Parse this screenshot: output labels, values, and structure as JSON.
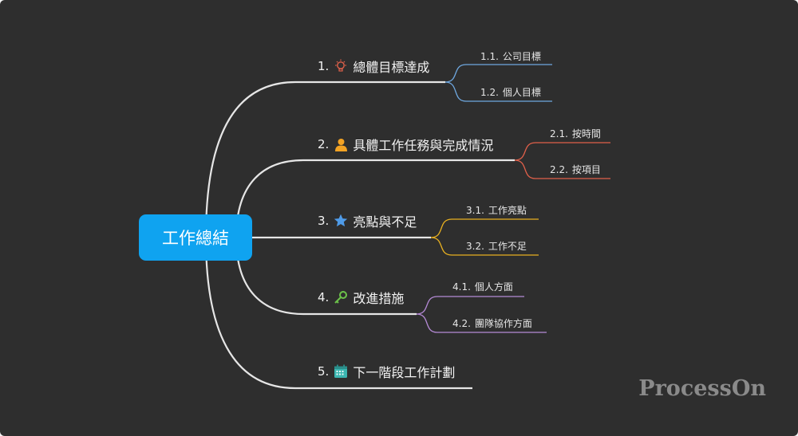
{
  "root": {
    "label": "工作總結"
  },
  "colors": {
    "background": "#2e2e2e",
    "root_fill": "#0fa3f0",
    "main_branch": "#e6e6e6",
    "branch1": "#6fa8e0",
    "branch2": "#e0604a",
    "branch3": "#e8b020",
    "branch4": "#b58ad6"
  },
  "topics": [
    {
      "number": "1.",
      "icon": "lightbulb-icon",
      "label": "總體目標達成",
      "children": [
        {
          "number": "1.1.",
          "label": "公司目標"
        },
        {
          "number": "1.2.",
          "label": "個人目標"
        }
      ]
    },
    {
      "number": "2.",
      "icon": "person-icon",
      "label": "具體工作任務與完成情況",
      "children": [
        {
          "number": "2.1.",
          "label": "按時間"
        },
        {
          "number": "2.2.",
          "label": "按項目"
        }
      ]
    },
    {
      "number": "3.",
      "icon": "star-icon",
      "label": "亮點與不足",
      "children": [
        {
          "number": "3.1.",
          "label": "工作亮點"
        },
        {
          "number": "3.2.",
          "label": "工作不足"
        }
      ]
    },
    {
      "number": "4.",
      "icon": "key-icon",
      "label": "改進措施",
      "children": [
        {
          "number": "4.1.",
          "label": "個人方面"
        },
        {
          "number": "4.2.",
          "label": "團隊協作方面"
        }
      ]
    },
    {
      "number": "5.",
      "icon": "calendar-icon",
      "label": "下一階段工作計劃",
      "children": []
    }
  ],
  "watermark": "ProcessOn"
}
